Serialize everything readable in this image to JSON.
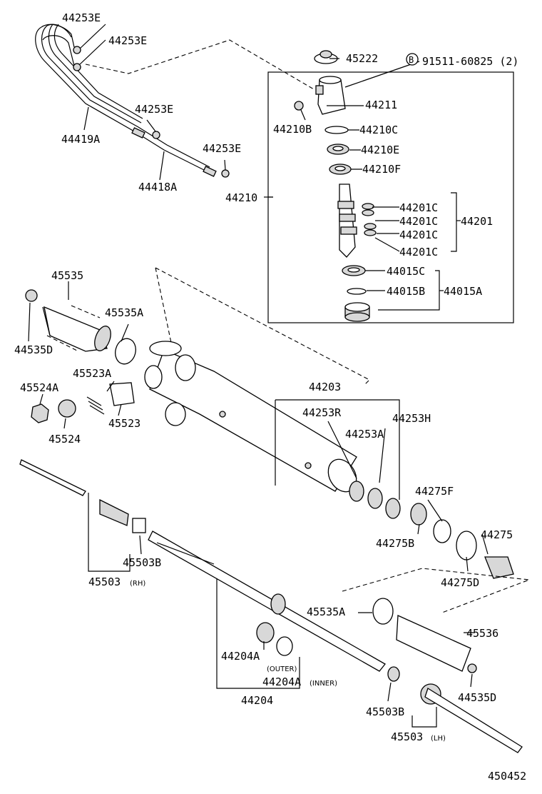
{
  "labels": {
    "l44253E_1": "44253E",
    "l44253E_2": "44253E",
    "l44253E_3": "44253E",
    "l44253E_4": "44253E",
    "l44419A": "44419A",
    "l44418A": "44418A",
    "l45222": "45222",
    "b_circle": "B",
    "l91511": "91511-60825 (2)",
    "l44211": "44211",
    "l44210B": "44210B",
    "l44210C": "44210C",
    "l44210E": "44210E",
    "l44210F": "44210F",
    "l44210": "44210",
    "l44201C_1": "44201C",
    "l44201C_2": "44201C",
    "l44201C_3": "44201C",
    "l44201C_4": "44201C",
    "l44201": "44201",
    "l44015C": "44015C",
    "l44015B": "44015B",
    "l44015A": "44015A",
    "l45535": "45535",
    "l45535A_top": "45535A",
    "l44535D_left": "44535D",
    "l45523A": "45523A",
    "l45524A": "45524A",
    "l45523": "45523",
    "l45524": "45524",
    "l44203": "44203",
    "l44253R": "44253R",
    "l44253H": "44253H",
    "l44253A": "44253A",
    "l44275F": "44275F",
    "l44275": "44275",
    "l44275B": "44275B",
    "l44275D": "44275D",
    "l45503B_rh": "45503B",
    "l45503_rh": "45503",
    "l45503_rh_suffix": "(RH)",
    "l45535A_bot": "45535A",
    "l45536": "45536",
    "l44204A": "44204A",
    "l_outer": "(OUTER)",
    "l44204A_inner": "44204A",
    "l_inner": "(INNER)",
    "l44204": "44204",
    "l44535D_right": "44535D",
    "l45503B_lh": "45503B",
    "l45503_lh": "45503",
    "l45503_lh_suffix": "(LH)",
    "diagram_id": "450452"
  }
}
